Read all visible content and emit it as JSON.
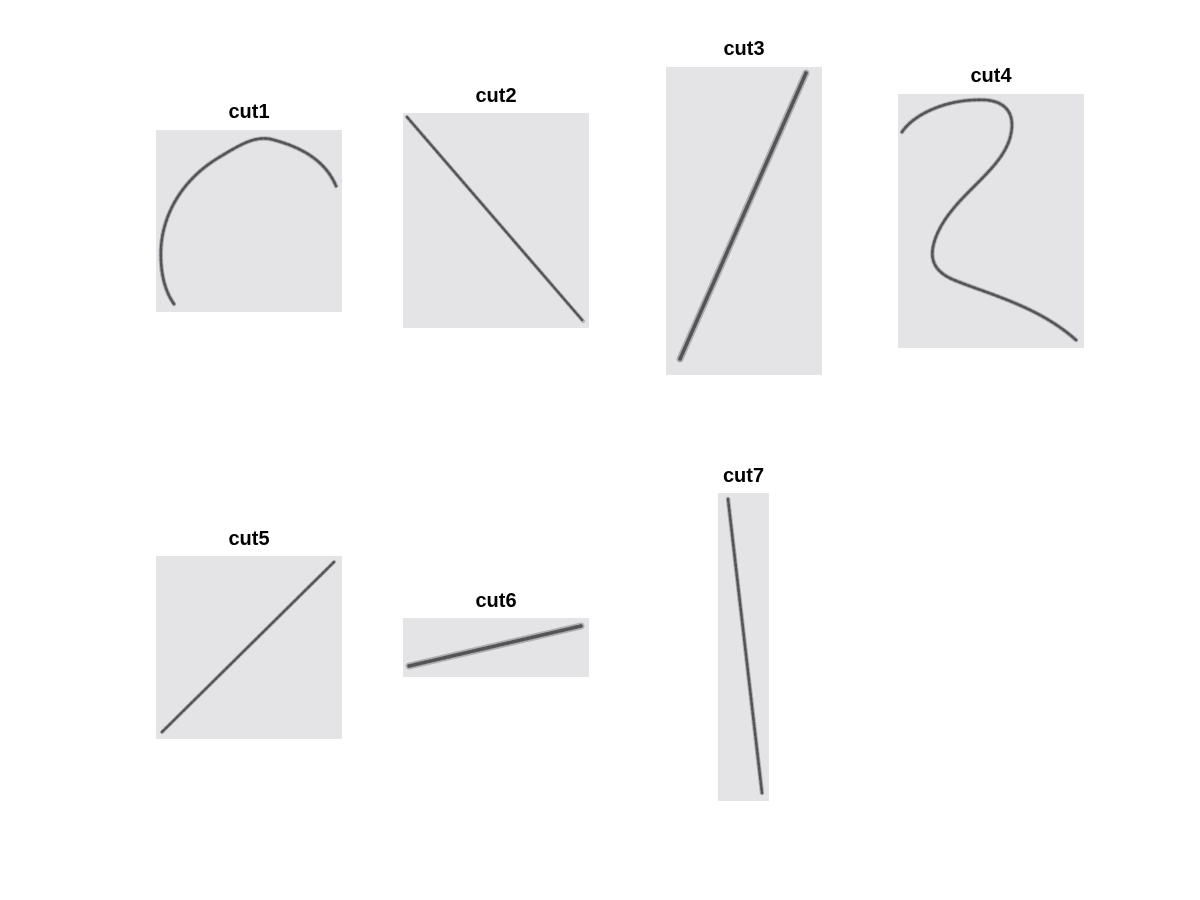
{
  "figure": {
    "panels": [
      {
        "title": "cut1",
        "stroke": "arc"
      },
      {
        "title": "cut2",
        "stroke": "diagonal-down"
      },
      {
        "title": "cut3",
        "stroke": "diagonal-up"
      },
      {
        "title": "cut4",
        "stroke": "s-curve"
      },
      {
        "title": "cut5",
        "stroke": "diagonal-up"
      },
      {
        "title": "cut6",
        "stroke": "shallow-diagonal"
      },
      {
        "title": "cut7",
        "stroke": "near-vertical"
      }
    ]
  },
  "colors": {
    "page_background": "#ffffff",
    "paper_background": "#e4e3e5",
    "stroke": "#545358",
    "title_text": "#000000"
  }
}
